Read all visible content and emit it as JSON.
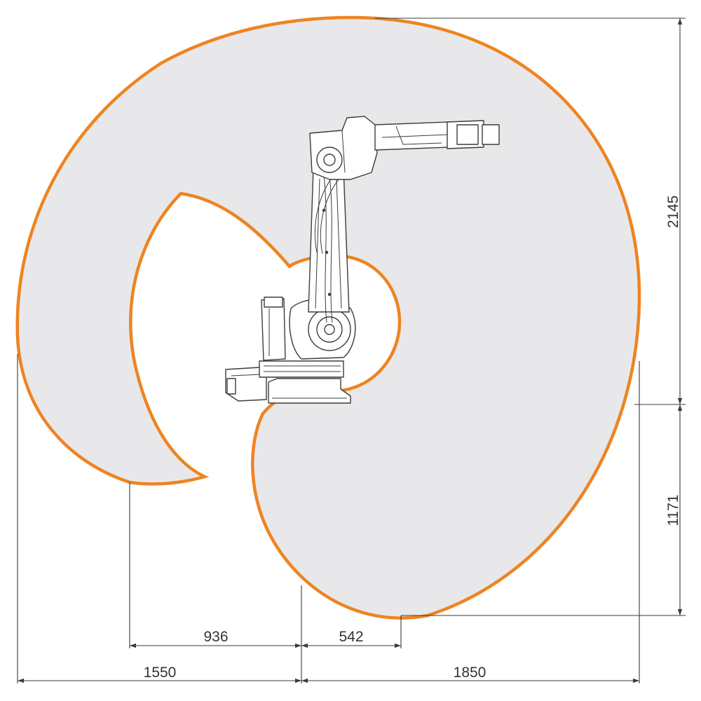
{
  "colors": {
    "envelope_stroke": "#EE8421",
    "envelope_fill": "#E8E8EA",
    "dimension_line": "#3A3A3A",
    "text": "#333333"
  },
  "dimensions": {
    "top_reach": "2145",
    "bottom_reach": "1171",
    "left_inner": "936",
    "right_inner": "542",
    "left_outer": "1550",
    "right_outer": "1850"
  }
}
